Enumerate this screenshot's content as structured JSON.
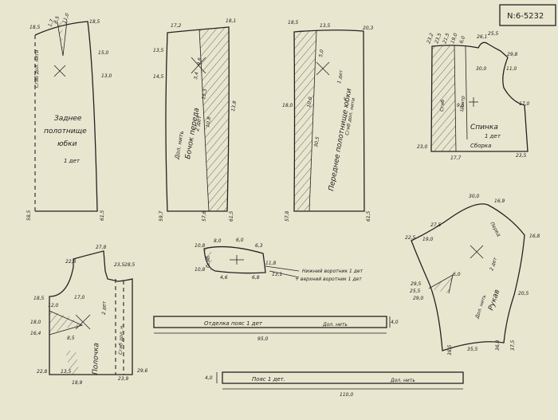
{
  "sheet": {
    "number_label": "N:6-5232"
  },
  "pieces": {
    "back_skirt": {
      "title_lines": [
        "Заднее",
        "полотнище",
        "юбки",
        "1 дет"
      ],
      "grain_label": "Сгиб   дол. нити",
      "measures": [
        "18,5",
        "1,7",
        "8,5",
        "11,0",
        "18,5",
        "15,0",
        "13,0",
        "58,5",
        "61,5"
      ]
    },
    "side_front": {
      "title_lines": [
        "Бочок переда",
        "2 дет"
      ],
      "grain_label": "Дол. нить",
      "measures": [
        "17,2",
        "18,1",
        "13,5",
        "14,5",
        "9,6",
        "15,3",
        "13,8",
        "3,4",
        "10,8",
        "59,7",
        "57,6",
        "61,5"
      ]
    },
    "front_skirt": {
      "title_lines": [
        "Переднее полотнище юбки",
        "1 дет"
      ],
      "grain_label": "Сгиб   дол. нити",
      "measures": [
        "18,5",
        "13,5",
        "20,3",
        "18,0",
        "10,0",
        "5,0",
        "30,5",
        "57,8",
        "61,5"
      ]
    },
    "back": {
      "title_lines": [
        "Спинка",
        "1 дет"
      ],
      "note": "Сборка",
      "grain_label": "Центр",
      "side_label": "Сгиб",
      "measures": [
        "23,2",
        "23,5",
        "21,5",
        "19,0",
        "6,0",
        "26,1",
        "25,5",
        "30,0",
        "11,0",
        "17,0",
        "29,8",
        "23,0",
        "23,5",
        "17,7",
        "9,5"
      ]
    },
    "collar": {
      "callouts": [
        "Нижний воротник  1 дет",
        "+ верхний воротник  1 дет"
      ],
      "grain_label": "Сгиб",
      "measures": [
        "10,8",
        "8,0",
        "6,0",
        "6,3",
        "11,8",
        "10,8",
        "4,6",
        "6,8",
        "13,1"
      ]
    },
    "trim_belt": {
      "label": "Отделка  пояс  1 дет",
      "grain_label": "Дол. нить",
      "length": "95,0",
      "width": "4,0"
    },
    "belt": {
      "label": "Пояс  1 дет.",
      "grain_label": "Дол. нить",
      "length": "110,0",
      "width": "4,0"
    },
    "half_front": {
      "title_lines": [
        "Полочка",
        "2 дет"
      ],
      "grain_label": "Сгиб  дол. н.",
      "measures": [
        "22,8",
        "27,8",
        "23,5",
        "28,5",
        "17,0",
        "18,5",
        "12,0",
        "18,0",
        "16,4",
        "8,5",
        "22,8",
        "13,5",
        "18,9",
        "23,9",
        "29,6"
      ]
    },
    "sleeve": {
      "title_lines": [
        "Рукав",
        "2 дет"
      ],
      "grain_label": "Дол. нить",
      "side_label": "Перед",
      "measures": [
        "30,0",
        "27,5",
        "16,9",
        "22,5",
        "19,0",
        "16,8",
        "29,5",
        "25,5",
        "29,0",
        "6,0",
        "20,5",
        "38,5",
        "35,5",
        "36,0",
        "37,5"
      ]
    }
  }
}
